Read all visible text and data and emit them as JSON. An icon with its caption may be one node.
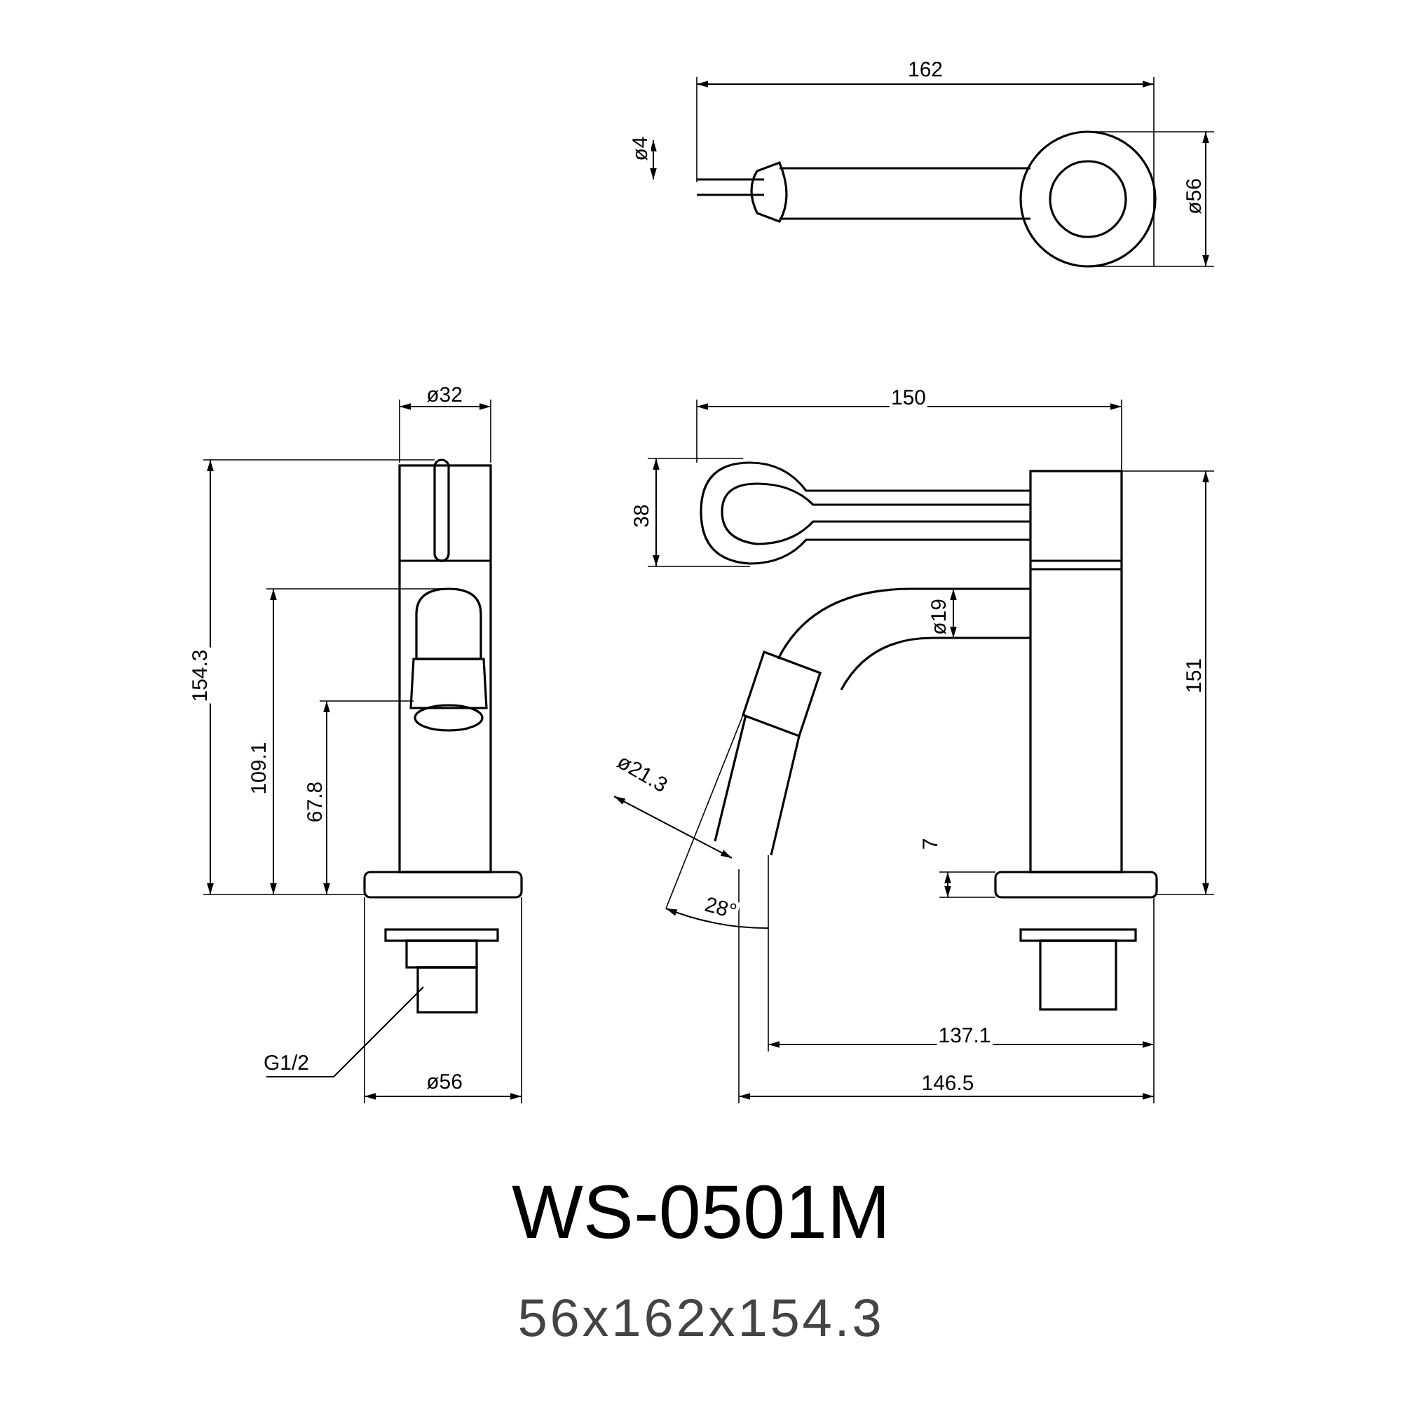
{
  "diagram": {
    "title": "WS-0501M",
    "caption": "56x162x154.3",
    "nodes": [
      {
        "text": [
          "G1/2"
        ]
      },
      {
        "text": [],
        "shape": "box"
      }
    ],
    "edges": [
      {
        "from": 0,
        "to": 1,
        "arrow": "none"
      }
    ],
    "labels": [
      "162",
      "ø4",
      "ø56",
      "ø32",
      "150",
      "38",
      "154.3",
      "ø19",
      "151",
      "109.1",
      "ø21.3",
      "67.8",
      "7",
      "28°",
      "137.1",
      "ø56",
      "146.5"
    ]
  }
}
